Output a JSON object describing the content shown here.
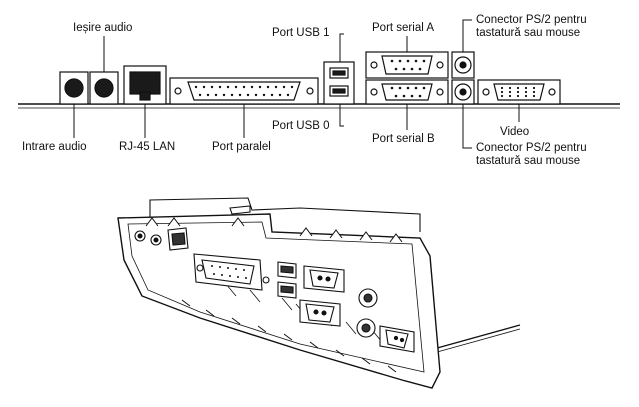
{
  "labels": {
    "audio_out": "Ieșire audio",
    "usb1": "Port USB 1",
    "serial_a": "Port serial A",
    "ps2_top": "Conector PS/2 pentru\ntastatură sau mouse",
    "audio_in": "Intrare audio",
    "rj45": "RJ-45 LAN",
    "parallel": "Port paralel",
    "usb0": "Port USB 0",
    "serial_b": "Port serial B",
    "video": "Video",
    "ps2_bottom": "Conector PS/2 pentru\ntastatură sau mouse"
  },
  "colors": {
    "ink": "#111111",
    "connector_fill": "#1a1a1a",
    "panel_fill": "#ffffff"
  }
}
